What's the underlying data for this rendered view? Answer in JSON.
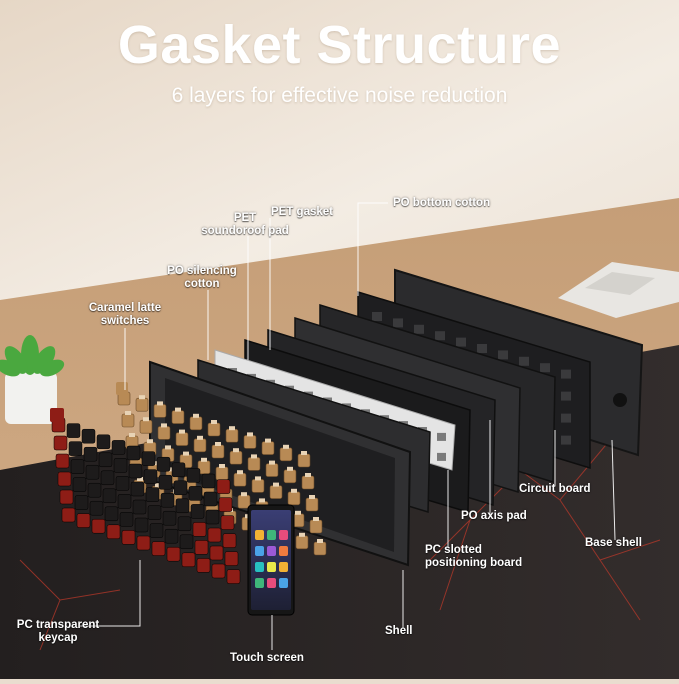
{
  "heading": {
    "title": "Gasket Structure",
    "subtitle": "6 layers for effective noise reduction"
  },
  "labels": {
    "pet_soundproof_pad": [
      "PET",
      "soundoroof pad"
    ],
    "pet_gasket": "PET gasket",
    "po_bottom_cotton": "PO bottom cotton",
    "po_silencing_cotton": [
      "PO silencing",
      "cotton"
    ],
    "caramel_latte_switches": [
      "Caramel latte",
      "switches"
    ],
    "circuit_board": "Circuit board",
    "po_axis_pad": "PO axis pad",
    "base_shell": "Base shell",
    "pc_slotted_positioning_board": [
      "PC slotted",
      "positioning board"
    ],
    "pc_transparent_keycap": [
      "PC transparent",
      "keycap"
    ],
    "shell": "Shell",
    "touch_screen": "Touch screen"
  },
  "colors": {
    "wall": "#efe6da",
    "desk": "#c9a37e",
    "mat": "#2b2626",
    "mat_veins": "#b23a2c",
    "keycap_red": "#8e1d16",
    "keycap_black": "#1d1b1b",
    "switch_caramel": "#b88a55",
    "plate_black": "#2a2a2c",
    "pet_white": "#e6e6e6",
    "plant": "#3f9a3a"
  }
}
